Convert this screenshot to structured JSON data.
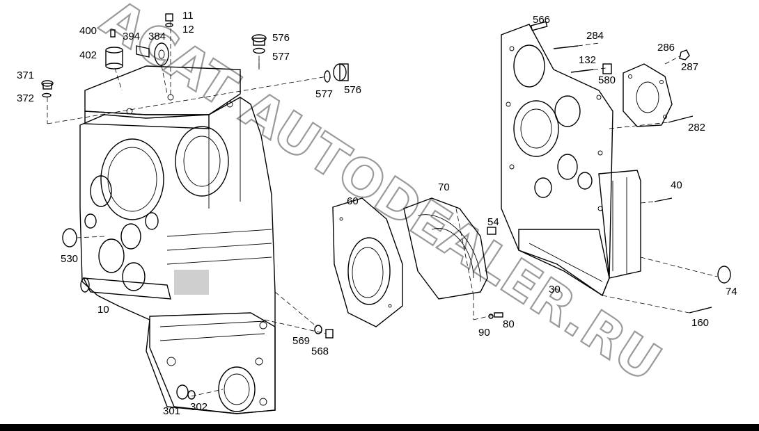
{
  "watermark": "ACAT AUTODEALER.RU",
  "callouts": {
    "c11": "11",
    "c12": "12",
    "c400": "400",
    "c394": "394",
    "c384": "384",
    "c402": "402",
    "c576a": "576",
    "c577a": "577",
    "c371": "371",
    "c372": "372",
    "c577b": "577",
    "c576b": "576",
    "c530": "530",
    "c10": "10",
    "c569": "569",
    "c568": "568",
    "c301": "301",
    "c302": "302",
    "c60": "60",
    "c70": "70",
    "c54": "54",
    "c90": "90",
    "c80": "80",
    "c566": "566",
    "c284": "284",
    "c132": "132",
    "c580": "580",
    "c286": "286",
    "c287": "287",
    "c282": "282",
    "c40": "40",
    "c30": "30",
    "c74": "74",
    "c160": "160"
  },
  "colors": {
    "background": "#ffffff",
    "line": "#000000",
    "watermark": "#9a9a9a",
    "bottom_bar": "#000000"
  }
}
